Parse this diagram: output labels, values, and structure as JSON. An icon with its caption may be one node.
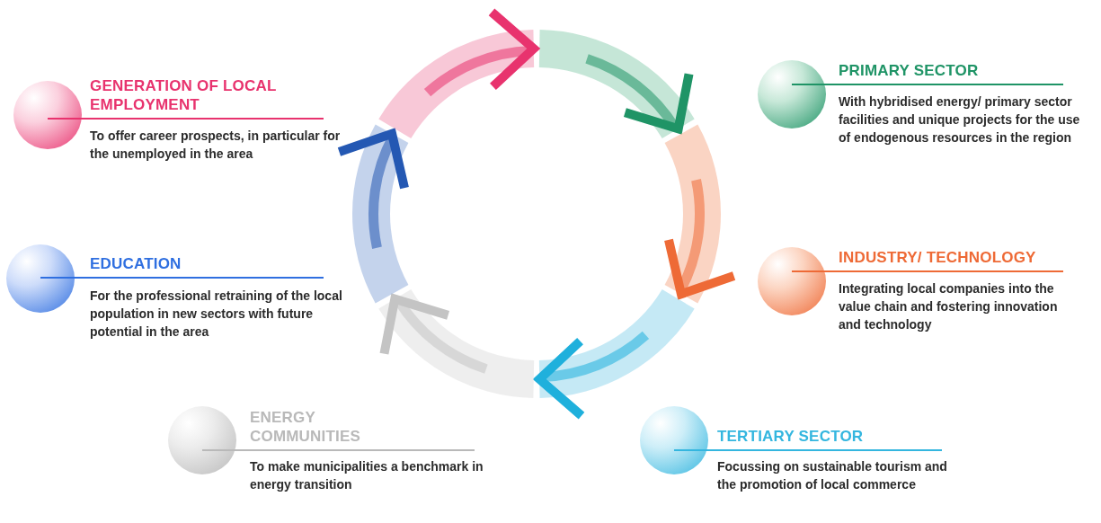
{
  "diagram": {
    "nodes": [
      {
        "text": [
          "GENERATION OF LOCAL EMPLOYMENT",
          "To offer career prospects, in particular for the unemployed in the area"
        ]
      },
      {
        "text": [
          "PRIMARY SECTOR",
          "With hybridised energy/ primary sector facilities and unique projects for the use of endogenous resources in the region"
        ]
      },
      {
        "text": [
          "INDUSTRY/ TECHNOLOGY",
          "Integrating local companies into the value chain and fostering innovation and technology"
        ]
      },
      {
        "text": [
          "EDUCATION",
          "For the professional retraining of the local population in new sectors with future potential in the area"
        ]
      },
      {
        "text": [
          "ENERGY COMMUNITIES",
          "To make municipalities a benchmark in energy transition"
        ]
      },
      {
        "text": [
          "TERTIARY SECTOR",
          "Focussing on sustainable tourism and the promotion of local commerce"
        ]
      }
    ]
  }
}
